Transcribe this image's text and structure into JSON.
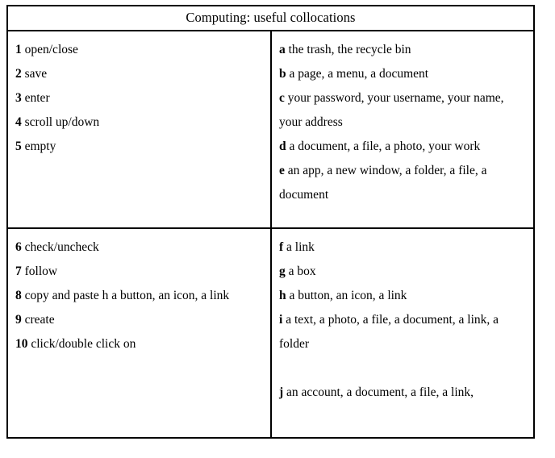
{
  "title": "Computing: useful collocations",
  "sections": [
    {
      "id": "section-1",
      "left_column": [
        {
          "marker": "1",
          "text": "open/close"
        },
        {
          "marker": "2",
          "text": "save"
        },
        {
          "marker": "3",
          "text": "enter"
        },
        {
          "marker": "4",
          "text": "scroll up/down"
        },
        {
          "marker": "5",
          "text": "empty"
        }
      ],
      "right_column": [
        {
          "marker": "a",
          "text": "the trash, the recycle bin"
        },
        {
          "marker": "b",
          "text": "a page, a menu, a document"
        },
        {
          "marker": "c",
          "text": "your password, your username, your name, your address"
        },
        {
          "marker": "d",
          "text": "a document, a file, a photo, your work"
        },
        {
          "marker": "e",
          "text": "an app, a new window, a folder, a file, a document"
        }
      ]
    },
    {
      "id": "section-2",
      "left_column": [
        {
          "marker": "6",
          "text": "check/uncheck"
        },
        {
          "marker": "7",
          "text": "follow"
        },
        {
          "marker": "8",
          "text": "copy and paste h a button, an icon, a link"
        },
        {
          "marker": "9",
          "text": "create"
        },
        {
          "marker": "10",
          "text": "click/double click on"
        }
      ],
      "right_column": [
        {
          "marker": "f",
          "text": "a link"
        },
        {
          "marker": "g",
          "text": "a box"
        },
        {
          "marker": "h",
          "text": "a button, an icon, a link"
        },
        {
          "marker": "i",
          "text": "a text, a photo, a file, a document, a link, a folder"
        },
        {
          "marker": "j",
          "text": "an account, a document, a file, a link,"
        }
      ]
    }
  ]
}
